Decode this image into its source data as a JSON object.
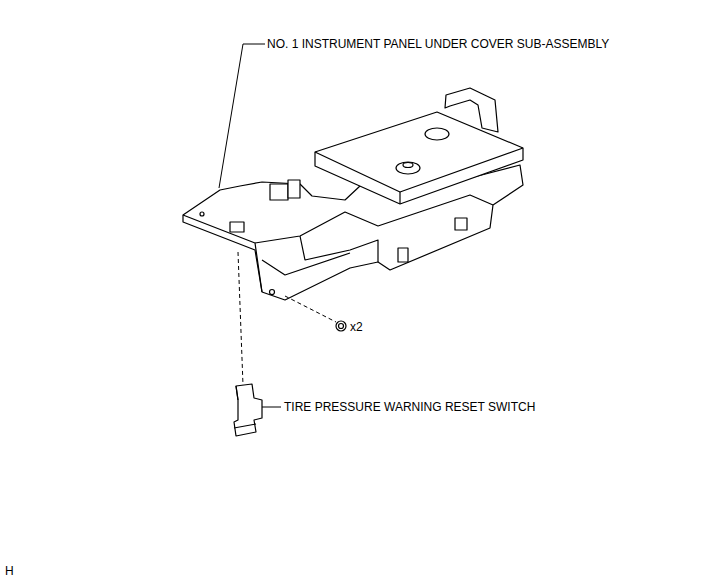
{
  "diagram": {
    "labels": [
      "NO. 1 INSTRUMENT PANEL UNDER COVER SUB-ASSEMBLY",
      "x2",
      "TIRE PRESSURE WARNING RESET SWITCH",
      "H"
    ]
  }
}
